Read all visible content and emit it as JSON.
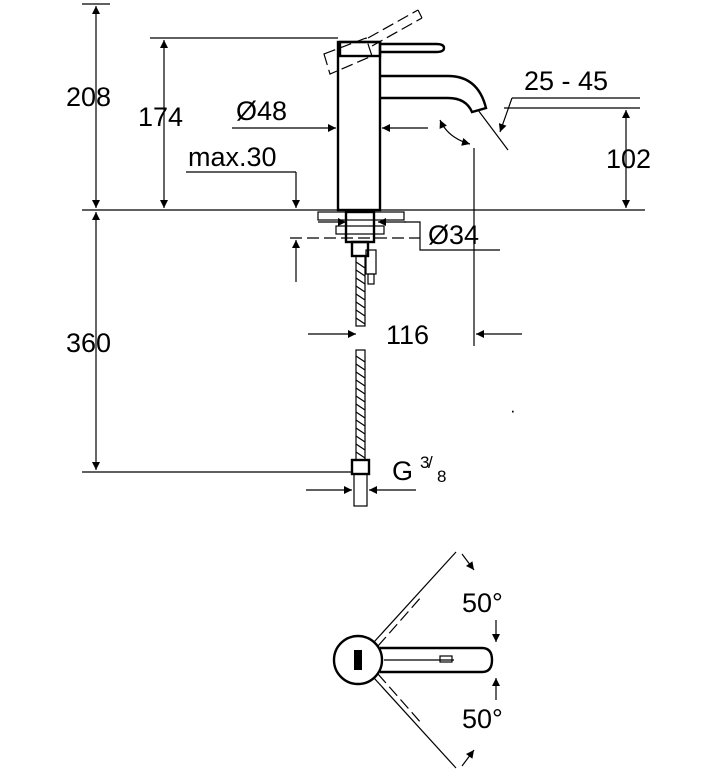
{
  "side_view": {
    "height_total": "208",
    "height_spout": "174",
    "body_diameter": "Ø48",
    "deck_thickness": "max.30",
    "spout_angle": "25 - 45",
    "spout_height": "102",
    "hole_diameter": "Ø34",
    "hose_length": "360",
    "spout_reach": "116",
    "thread_prefix": "G",
    "thread_numerator": "3",
    "thread_denominator": "8"
  },
  "top_view": {
    "angle_upper": "50°",
    "angle_lower": "50°"
  }
}
